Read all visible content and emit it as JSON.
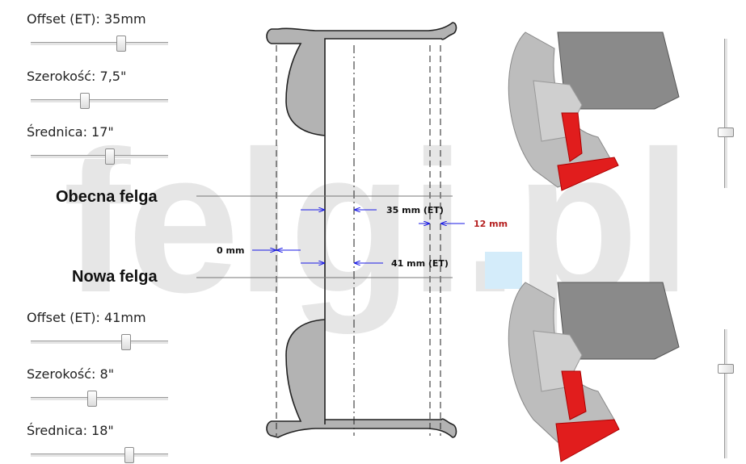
{
  "watermark": "felgi.pl",
  "labels": {
    "current_rim": "Obecna felga",
    "new_rim": "Nowa felga"
  },
  "current": {
    "offset": {
      "label": "Offset (ET): 35mm",
      "percent": 65
    },
    "width": {
      "label": "Szerokość: 7,5\"",
      "percent": 39
    },
    "diameter": {
      "label": "Średnica: 17\"",
      "percent": 57
    }
  },
  "new": {
    "offset": {
      "label": "Offset (ET): 41mm",
      "percent": 69
    },
    "width": {
      "label": "Szerokość: 8\"",
      "percent": 44
    },
    "diameter": {
      "label": "Średnica: 18\"",
      "percent": 71
    }
  },
  "measurements": {
    "current_et": "35 mm (ET)",
    "new_et": "41 mm (ET)",
    "inner_diff": "0 mm",
    "outer_diff": "12 mm"
  },
  "views": {
    "top_camera": {
      "percent": 62
    },
    "bottom_camera": {
      "percent": 30
    }
  },
  "colors": {
    "watermark": "#e6e6e6",
    "watermark_accent": "#d4ecfa",
    "dimension": "#1a1ae6",
    "diff_highlight": "#b52020",
    "rim_fill": "#b3b3b3",
    "brake_caliper": "#e11d1d"
  }
}
